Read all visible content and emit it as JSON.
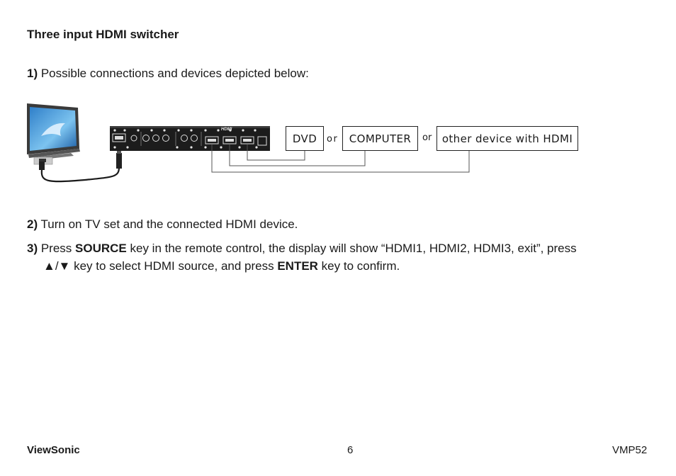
{
  "heading": "Three input HDMI switcher",
  "step1": {
    "num": "1)",
    "text": " Possible connections and devices depicted below:"
  },
  "diagram": {
    "switcher_label": "HDMI",
    "devices": [
      "DVD",
      "COMPUTER",
      "other device with HDMI"
    ],
    "separator": "or"
  },
  "step2": {
    "num": "2)",
    "text": " Turn on TV set and the connected HDMI device."
  },
  "step3": {
    "num": "3)",
    "t1": " Press ",
    "key1": "SOURCE",
    "t2": " key in the remote control, the display will show “HDMI1, HDMI2, HDMI3, exit”, press",
    "t3": "▲/▼ key to select HDMI source, and press ",
    "key2": "ENTER",
    "t4": " key to confirm."
  },
  "footer": {
    "brand": "ViewSonic",
    "page": "6",
    "model": "VMP52"
  }
}
